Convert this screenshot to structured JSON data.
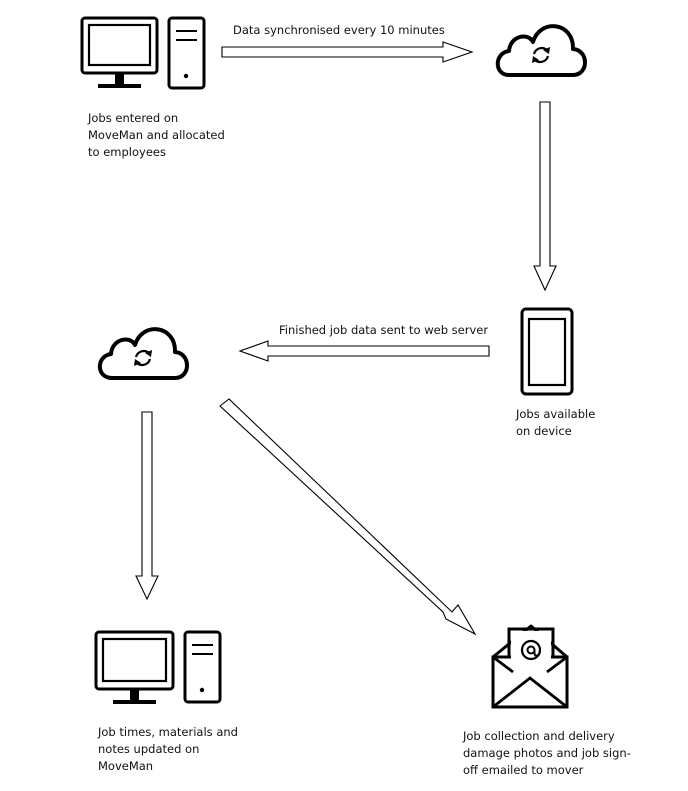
{
  "icons": {
    "computer_top": "desktop-computer-icon",
    "cloud_top": "cloud-sync-icon",
    "phone": "mobile-phone-icon",
    "cloud_middle": "cloud-sync-icon",
    "computer_bottom": "desktop-computer-icon",
    "envelope": "email-envelope-icon"
  },
  "captions": {
    "computer_top": "Jobs entered on\nMoveMan and allocated\nto employees",
    "phone": "Jobs available\non device",
    "computer_bottom": "Job times, materials and\nnotes updated on\nMoveMan",
    "envelope": "Job collection and delivery\ndamage photos and job sign-\noff emailed to mover"
  },
  "arrow_labels": {
    "sync": "Data synchronised every 10 minutes",
    "finished": "Finished job data sent to web server"
  },
  "colors": {
    "stroke": "#000000",
    "background": "#ffffff"
  }
}
